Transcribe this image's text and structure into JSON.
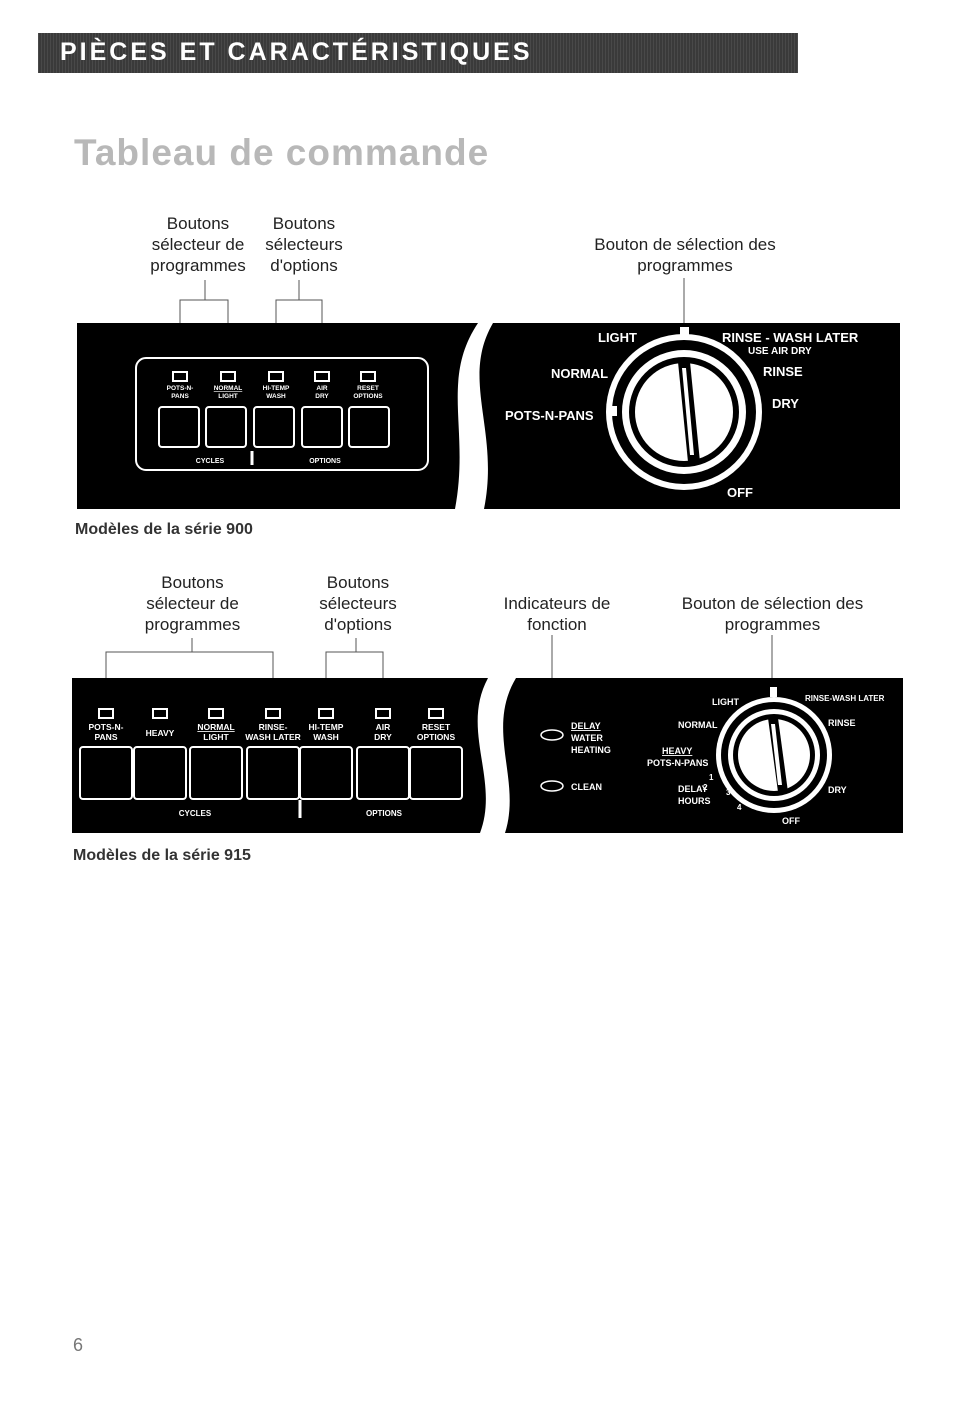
{
  "header": {
    "banner": "PIÈCES ET CARACTÉRISTIQUES",
    "title": "Tableau de commande"
  },
  "panel900": {
    "label_cycles": [
      "Boutons",
      "sélecteur de",
      "programmes"
    ],
    "label_options": [
      "Boutons",
      "sélecteurs",
      "d'options"
    ],
    "label_knob": [
      "Bouton de sélection des",
      "programmes"
    ],
    "buttons": [
      {
        "top": "POTS-N-",
        "bottom": "PANS"
      },
      {
        "top": "NORMAL",
        "bottom": "LIGHT"
      },
      {
        "top": "HI-TEMP",
        "bottom": "WASH"
      },
      {
        "top": "AIR",
        "bottom": "DRY"
      },
      {
        "top": "RESET",
        "bottom": "OPTIONS"
      }
    ],
    "group_cycles": "CYCLES",
    "group_options": "OPTIONS",
    "dial": {
      "light": "LIGHT",
      "normal": "NORMAL",
      "pots": "POTS-N-PANS",
      "rinse_wash_later": "RINSE - WASH LATER",
      "use_air_dry": "USE AIR DRY",
      "rinse": "RINSE",
      "dry": "DRY",
      "off": "OFF"
    },
    "caption": "Modèles de la série 900"
  },
  "panel915": {
    "label_cycles": [
      "Boutons",
      "sélecteur de",
      "programmes"
    ],
    "label_options": [
      "Boutons",
      "sélecteurs",
      "d'options"
    ],
    "label_indicators": [
      "Indicateurs de",
      "fonction"
    ],
    "label_knob": [
      "Bouton de sélection des",
      "programmes"
    ],
    "buttons": [
      {
        "top": "POTS-N-",
        "bottom": "PANS"
      },
      {
        "top": "HEAVY",
        "bottom": ""
      },
      {
        "top": "NORMAL",
        "bottom": "LIGHT"
      },
      {
        "top": "RINSE-",
        "bottom": "WASH LATER"
      },
      {
        "top": "HI-TEMP",
        "bottom": "WASH"
      },
      {
        "top": "AIR",
        "bottom": "DRY"
      },
      {
        "top": "RESET",
        "bottom": "OPTIONS"
      }
    ],
    "group_cycles": "CYCLES",
    "group_options": "OPTIONS",
    "indicators": {
      "delay": "DELAY",
      "water": "WATER",
      "heating": "HEATING",
      "clean": "CLEAN"
    },
    "dial": {
      "light": "LIGHT",
      "rinse_wash_later": "RINSE-WASH LATER",
      "normal": "NORMAL",
      "rinse": "RINSE",
      "heavy": "HEAVY",
      "pots": "POTS-N-PANS",
      "delay": "DELAY",
      "hours": "HOURS",
      "n1": "1",
      "n2": "2",
      "n3": "3",
      "n4": "4",
      "dry": "DRY",
      "off": "OFF"
    },
    "caption": "Modèles de la série 915"
  },
  "footer": {
    "page": "6"
  }
}
